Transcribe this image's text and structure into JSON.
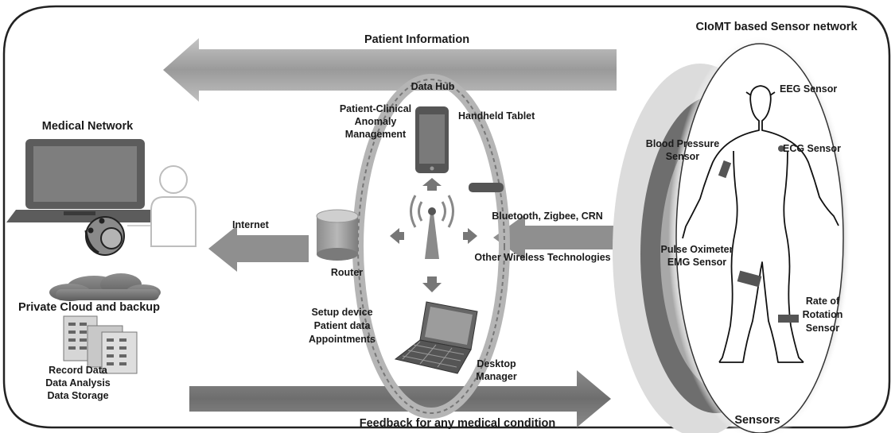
{
  "title": "CIoMT based Sensor network",
  "arrows": {
    "top": "Patient Information",
    "bottom": "Feedback for any medical condition",
    "internet": "Internet"
  },
  "medical_network": {
    "title": "Medical Network"
  },
  "cloud": {
    "title": "Private Cloud and backup",
    "lines": [
      "Record Data",
      "Data Analysis",
      "Data Storage"
    ]
  },
  "hub": {
    "title": "Data Hub",
    "anomaly": [
      "Patient-Clinical",
      "Anomaly",
      "Management"
    ],
    "tablet": "Handheld Tablet",
    "router": "Router",
    "setup": [
      "Setup device",
      "Patient data",
      "Appointments"
    ],
    "desktop": [
      "Desktop",
      "Manager"
    ]
  },
  "wireless": {
    "line1": "Bluetooth, Zigbee, CRN",
    "line2": "Other Wireless Technologies"
  },
  "sensors": {
    "footer": "Sensors",
    "eeg": "EEG Sensor",
    "blood_pressure": [
      "Blood Pressure",
      "Sensor"
    ],
    "ecg": "ECG Sensor",
    "pulse_oximeter": "Pulse Oximeter",
    "emg": "EMG Sensor",
    "rotation": [
      "Rate of",
      "Rotation",
      "Sensor"
    ]
  }
}
